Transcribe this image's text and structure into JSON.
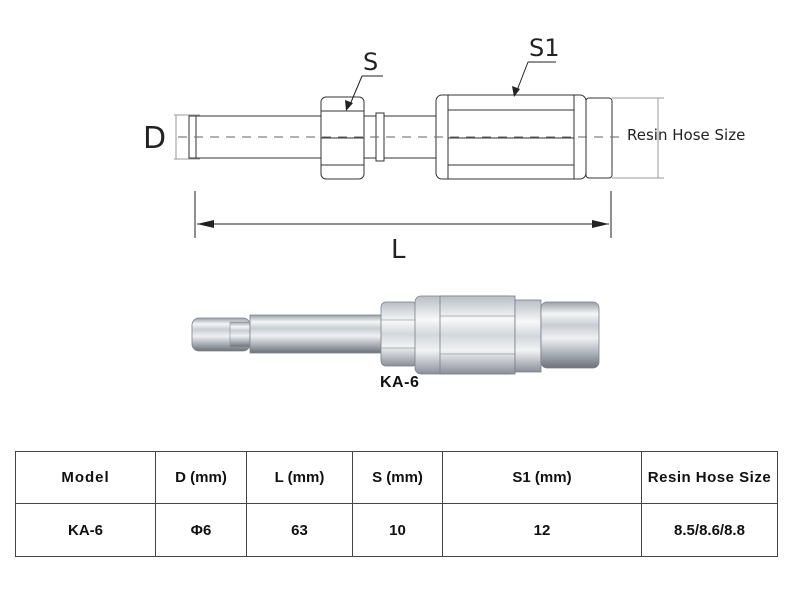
{
  "drawing": {
    "label_D": "D",
    "label_S": "S",
    "label_S1": "S1",
    "label_L": "L",
    "label_resin": "Resin Hose Size"
  },
  "photo": {
    "caption": "KA-6"
  },
  "table": {
    "headers": [
      "Model",
      "D (mm)",
      "L (mm)",
      "S (mm)",
      "S1 (mm)",
      "Resin Hose Size"
    ],
    "rows": [
      [
        "KA-6",
        "Φ6",
        "63",
        "10",
        "12",
        "8.5/8.6/8.8"
      ]
    ]
  },
  "colors": {
    "line": "#333333",
    "metal_light": "#eef0f2",
    "metal_dark": "#7c8088"
  }
}
